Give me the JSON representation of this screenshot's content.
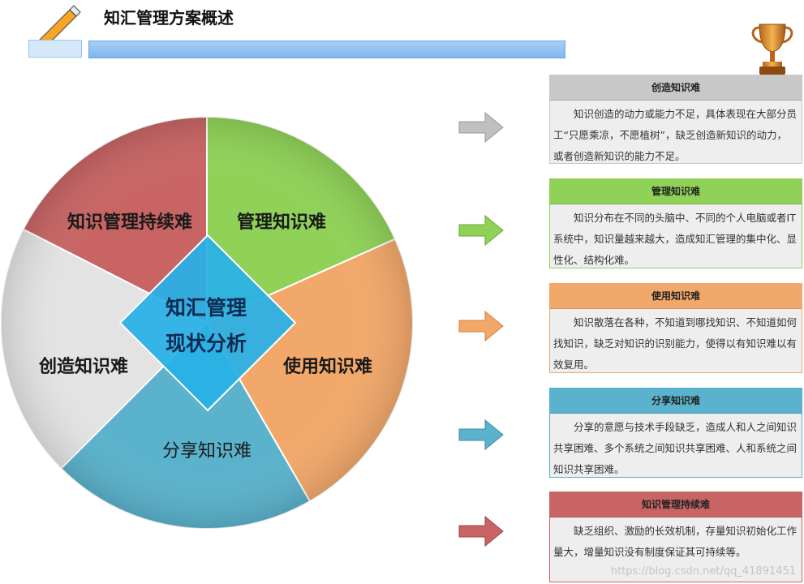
{
  "header": {
    "title": "知汇管理方案概述"
  },
  "diagram": {
    "center": {
      "line1": "知汇管理",
      "line2": "现状分析",
      "color": "#29b0e6"
    },
    "sectors": [
      {
        "label": "管理知识难",
        "color": "#8fd257"
      },
      {
        "label": "使用知识难",
        "color": "#f2a86a"
      },
      {
        "label": "分享知识难",
        "color": "#5ab2cc"
      },
      {
        "label": "创造知识难",
        "color": "#e3e3e3"
      },
      {
        "label": "知识管理持续难",
        "color": "#c86464"
      }
    ]
  },
  "cards": [
    {
      "title": "创造知识难",
      "head_color": "#c8c8c8",
      "arrow_color": "#c0c0c0",
      "body": "知识创造的动力或能力不足，具体表现在大部分员工“只愿乘凉，不愿植树”，缺乏创造新知识的动力，或者创造新知识的能力不足。"
    },
    {
      "title": "管理知识难",
      "head_color": "#8fd257",
      "arrow_color": "#8fd257",
      "body": "知识分布在不同的头脑中、不同的个人电脑或者IT系统中，知识量越来越大，造成知汇管理的集中化、显性化、结构化难。"
    },
    {
      "title": "使用知识难",
      "head_color": "#f2a86a",
      "arrow_color": "#f2a86a",
      "body": "知识散落在各种，不知道到哪找知识、不知道如何找知识，缺乏对知识的识别能力，使得以有知识难以有效复用。"
    },
    {
      "title": "分享知识难",
      "head_color": "#5ab2cc",
      "arrow_color": "#5ab2cc",
      "body": "分享的意愿与技术手段缺乏，造成人和人之间知识共享困难、多个系统之间知识共享困难、人和系统之间知识共享困难。"
    },
    {
      "title": "知识管理持续难",
      "head_color": "#c86464",
      "arrow_color": "#c86464",
      "body": "缺乏组织、激励的长效机制，存量知识初始化工作量大，增量知识没有制度保证其可持续等。"
    }
  ],
  "watermark": "https://blog.csdn.net/qq_41891451"
}
